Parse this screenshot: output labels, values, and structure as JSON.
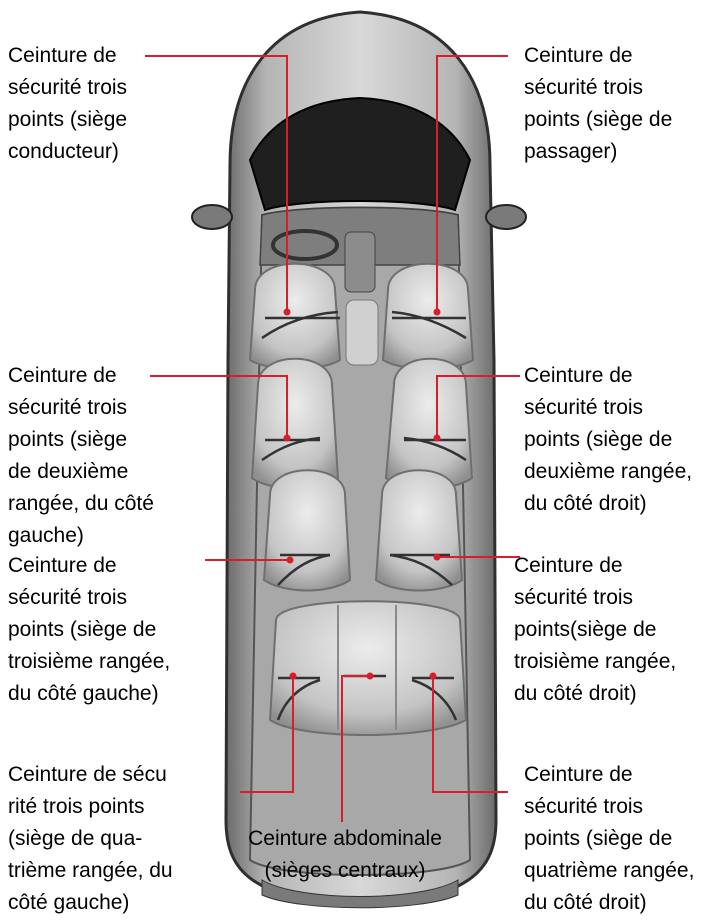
{
  "colors": {
    "leader_line": "#d81e2a",
    "car_body": "#9a9a9a",
    "car_dark": "#3a3a3a",
    "seat": "#c9c9c9"
  },
  "labels": {
    "driver": "Ceinture de\nsécurité trois\npoints (siège\nconducteur)",
    "passenger": "Ceinture de\nsécurité trois\npoints (siège de\npassager)",
    "row2_left": "Ceinture de\nsécurité trois\npoints (siège\nde deuxième\nrangée, du côté\ngauche)",
    "row2_right": "Ceinture de\nsécurité trois\npoints (siège de\ndeuxième rangée,\ndu côté droit)",
    "row3_left": "Ceinture de\nsécurité trois\npoints (siège de\ntroisième rangée,\ndu côté gauche)",
    "row3_right": "Ceinture de\nsécurité trois\npoints(siège de\ntroisième rangée,\ndu côté droit)",
    "row4_left": "Ceinture de sécu\nrité trois points\n(siège de qua-\ntrième rangée, du\ncôté gauche)",
    "lap_center": "Ceinture abdominale\n(sièges centraux)",
    "row4_right": "Ceinture de\nsécurité trois\npoints (siège de\nquatrième rangée,\ndu côté droit)"
  }
}
